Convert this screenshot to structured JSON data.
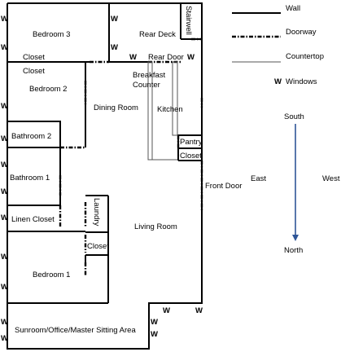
{
  "rooms": {
    "bedroom3": "Bedroom 3",
    "rear_deck": "Rear Deck",
    "stairwell": "Stairwell",
    "closet_b3": "Closet",
    "rear_door": "Rear Door",
    "closet_b2": "Closet",
    "bedroom2": "Bedroom 2",
    "breakfast_counter_line1": "Breakfast",
    "breakfast_counter_line2": "Counter",
    "dining_room": "Dining Room",
    "kitchen": "Kitchen",
    "pantry": "Pantry",
    "closet_kitchen": "Closet",
    "bathroom2": "Bathroom 2",
    "bathroom1": "Bathroom 1",
    "front_door": "Front Door",
    "linen_closet": "Linen Closet",
    "laundry": "Laundry",
    "living_room": "Living Room",
    "closet_laundry": "Closet",
    "bedroom1": "Bedroom 1",
    "sunroom": "Sunroom/Office/Master Sitting Area"
  },
  "windows": {
    "label": "W"
  },
  "legend": {
    "wall": "Wall",
    "doorway": "Doorway",
    "countertop": "Countertop",
    "windows": "Windows",
    "windows_symbol": "W"
  },
  "compass": {
    "south": "South",
    "north": "North",
    "east": "East",
    "west": "West",
    "arrow_color": "#2e5597"
  }
}
